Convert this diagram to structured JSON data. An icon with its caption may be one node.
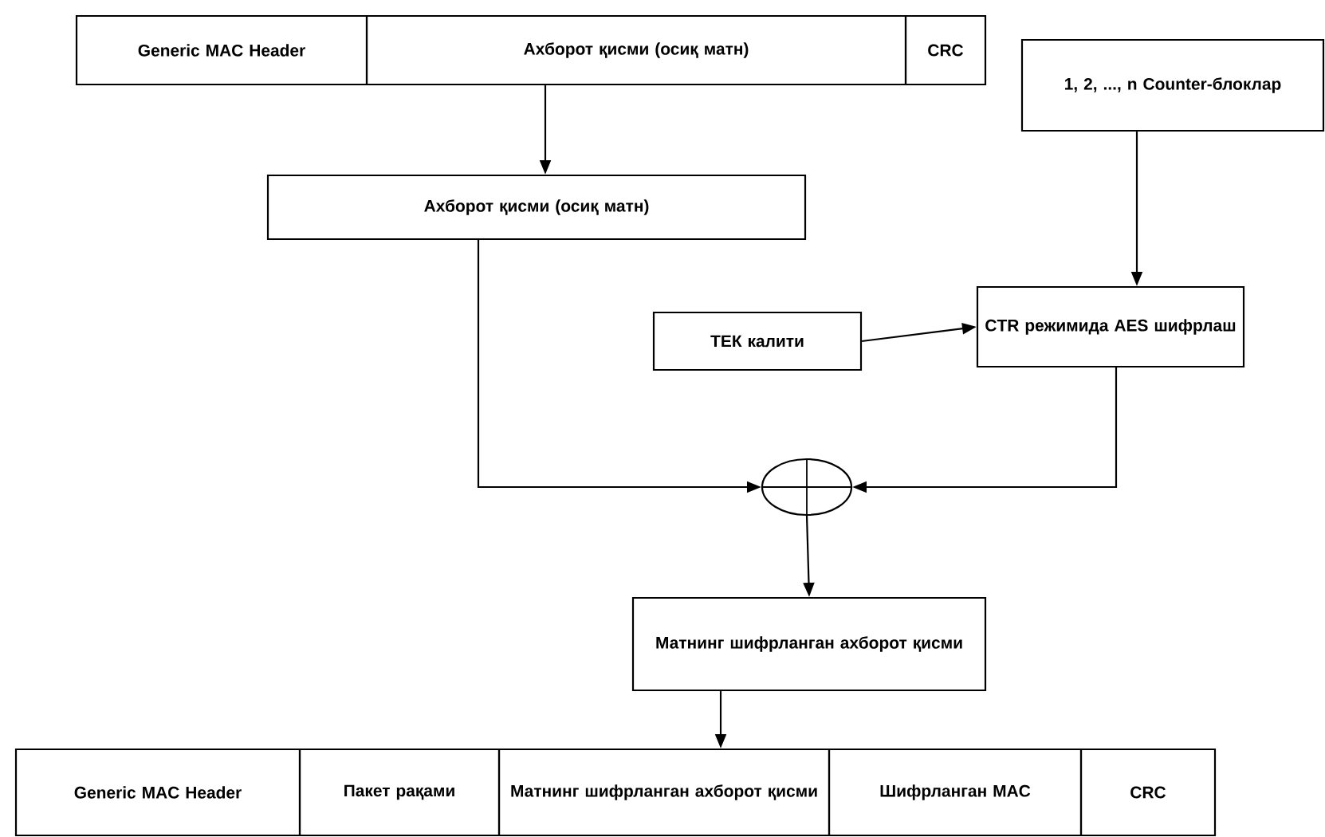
{
  "diagram": {
    "nodes": [
      {
        "text": [
          "Generic MAC Header"
        ]
      },
      {
        "text": [
          "Ахборот қисми (осиқ матн)"
        ]
      },
      {
        "text": [
          "CRC"
        ]
      },
      {
        "text": [
          "1, 2, ..., n Counter-блоклар"
        ]
      },
      {
        "text": [
          "Ахборот қисми (осиқ матн)"
        ]
      },
      {
        "text": [
          "ТЕК калити"
        ]
      },
      {
        "text": [
          "CTR режимида AES шифрлаш"
        ]
      },
      {
        "text": [],
        "shape": "circle"
      },
      {
        "text": [
          "Матнинг шифрланган ахборот қисми"
        ]
      },
      {
        "text": [
          "Generic MAC Header"
        ]
      },
      {
        "text": [
          "Пакет рақами"
        ]
      },
      {
        "text": [
          "Матнинг шифрланган ахборот қисми"
        ]
      },
      {
        "text": [
          "Шифрланган MAC"
        ]
      },
      {
        "text": [
          "CRC"
        ]
      }
    ],
    "edges": [
      {
        "from": 1,
        "to": 4,
        "arrow": "to"
      },
      {
        "from": 3,
        "to": 6,
        "arrow": "to"
      },
      {
        "from": 5,
        "to": 6,
        "arrow": "to"
      },
      {
        "from": 4,
        "to": 7,
        "arrow": "to"
      },
      {
        "from": 6,
        "to": 7,
        "arrow": "to"
      },
      {
        "from": 7,
        "to": 8,
        "arrow": "to"
      },
      {
        "from": 8,
        "to": 11,
        "arrow": "to"
      }
    ]
  }
}
